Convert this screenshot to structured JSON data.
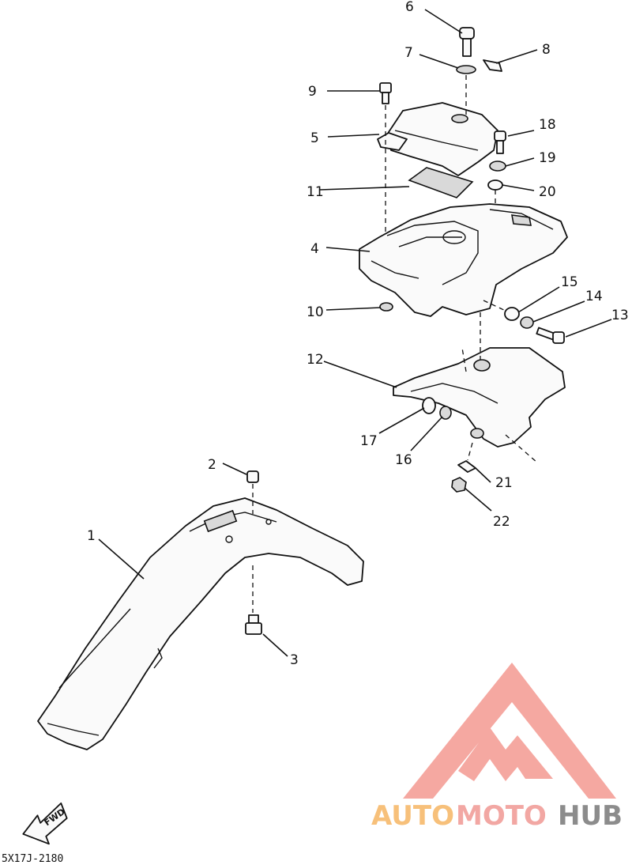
{
  "diagram": {
    "reference_code": "5X17J-2180",
    "fwd_label": "FWD",
    "callouts": [
      "1",
      "2",
      "3",
      "4",
      "5",
      "6",
      "7",
      "8",
      "9",
      "10",
      "11",
      "12",
      "13",
      "14",
      "15",
      "16",
      "17",
      "18",
      "19",
      "20",
      "21",
      "22"
    ]
  },
  "watermark": {
    "part1": "AUTO",
    "part2": "MOTO",
    "part3": "HUB",
    "colors": {
      "orange": "#f7c07a",
      "pink": "#f2a7a3",
      "gray": "#8c8c8c",
      "mark": "#f28b82"
    }
  }
}
